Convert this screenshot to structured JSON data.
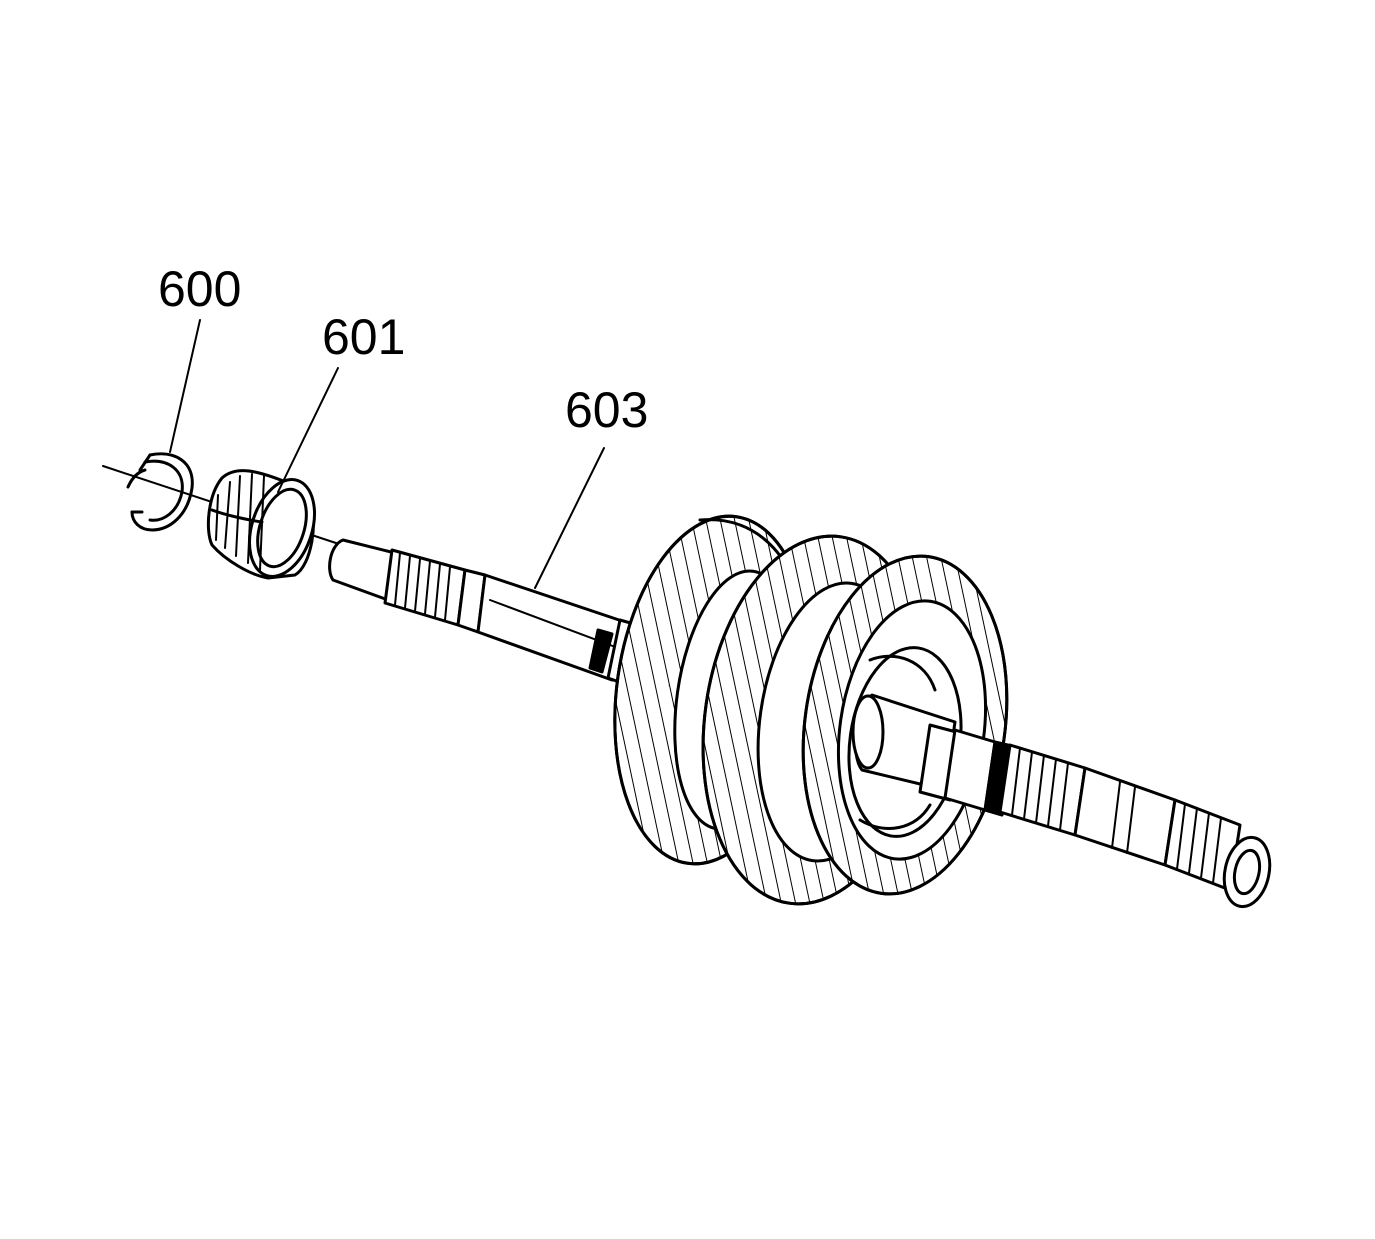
{
  "callouts": [
    {
      "id": "600",
      "label": "600",
      "part": "snap-ring"
    },
    {
      "id": "601",
      "label": "601",
      "part": "needle-bearing"
    },
    {
      "id": "603",
      "label": "603",
      "part": "gear-shaft-assembly"
    }
  ],
  "colors": {
    "line": "#000000",
    "background": "#ffffff"
  }
}
